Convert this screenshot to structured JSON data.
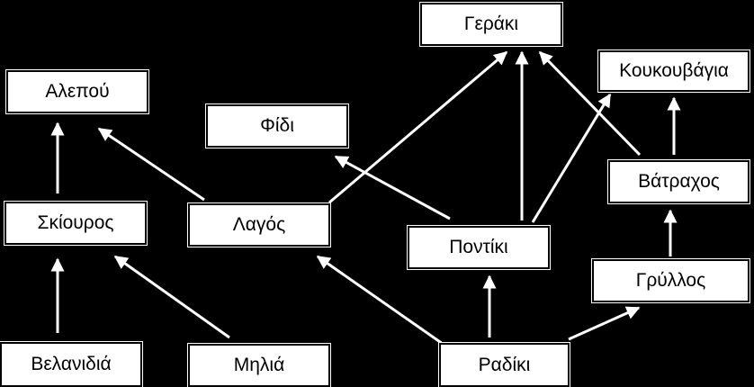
{
  "nodes": {
    "alepou": "Αλεπού",
    "fidi": "Φίδι",
    "geraki": "Γεράκι",
    "koukouvagia": "Κουκουβάγια",
    "skiouros": "Σκίουρος",
    "lagos": "Λαγός",
    "vatrachos": "Βάτραχος",
    "pontiki": "Ποντίκι",
    "gryllos": "Γρύλλος",
    "velanidia": "Βελανιδιά",
    "milia": "Μηλιά",
    "radiki": "Ραδίκι"
  },
  "edges": [
    {
      "from": "velanidia",
      "to": "skiouros"
    },
    {
      "from": "milia",
      "to": "skiouros"
    },
    {
      "from": "skiouros",
      "to": "alepou"
    },
    {
      "from": "lagos",
      "to": "alepou"
    },
    {
      "from": "lagos",
      "to": "geraki"
    },
    {
      "from": "radiki",
      "to": "lagos"
    },
    {
      "from": "radiki",
      "to": "pontiki"
    },
    {
      "from": "radiki",
      "to": "gryllos"
    },
    {
      "from": "pontiki",
      "to": "fidi"
    },
    {
      "from": "pontiki",
      "to": "geraki"
    },
    {
      "from": "pontiki",
      "to": "koukouvagia"
    },
    {
      "from": "vatrachos",
      "to": "geraki"
    },
    {
      "from": "vatrachos",
      "to": "koukouvagia"
    },
    {
      "from": "gryllos",
      "to": "vatrachos"
    }
  ],
  "colors": {
    "background": "#000000",
    "node_fill": "#ffffff",
    "node_text": "#000000",
    "edge": "#ffffff"
  }
}
